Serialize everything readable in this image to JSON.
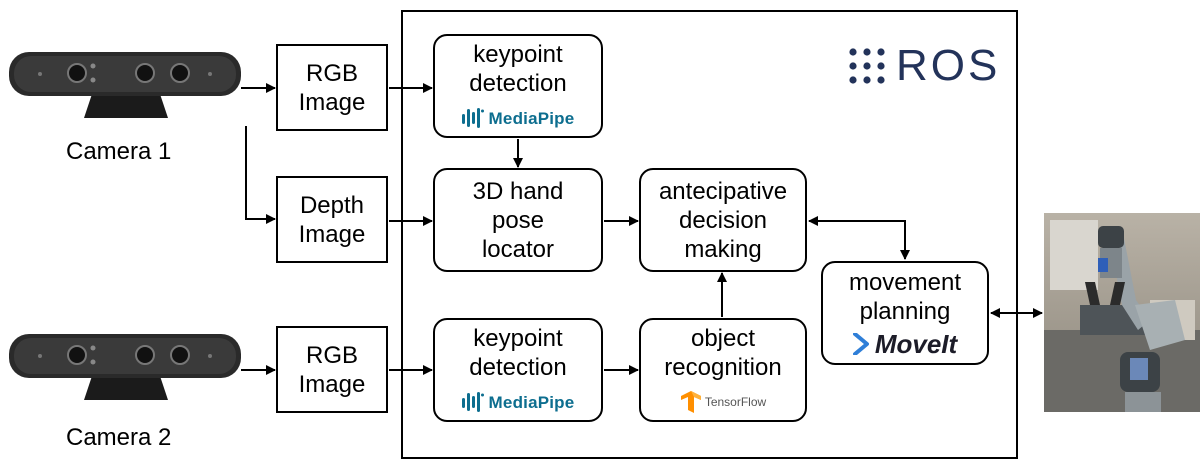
{
  "nodes": {
    "rgb1": [
      "RGB",
      "Image"
    ],
    "depth": [
      "Depth",
      "Image"
    ],
    "rgb2": [
      "RGB",
      "Image"
    ],
    "keypoint1": [
      "keypoint",
      "detection"
    ],
    "handpose": [
      "3D hand",
      "pose",
      "locator"
    ],
    "decision": [
      "antecipative",
      "decision",
      "making"
    ],
    "keypoint2": [
      "keypoint",
      "detection"
    ],
    "objrec": [
      "object",
      "recognition"
    ],
    "movement": [
      "movement",
      "planning"
    ]
  },
  "cameras": {
    "camera1": "Camera 1",
    "camera2": "Camera 2"
  },
  "logos": {
    "ros": "ROS",
    "mediapipe": "MediaPipe",
    "tensorflow": "TensorFlow",
    "moveit": "MoveIt"
  },
  "colors": {
    "ros": "#23335a",
    "mediapipe": "#0d6e8f",
    "tensorflow": "#ff8f00",
    "moveit_chevron": "#2f7fd8"
  }
}
